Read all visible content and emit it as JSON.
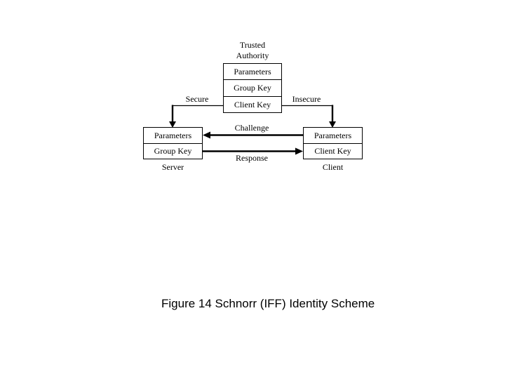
{
  "diagram": {
    "trusted_authority": {
      "line1": "Trusted",
      "line2": "Authority"
    },
    "authority_box": {
      "rows": [
        "Parameters",
        "Group Key",
        "Client Key"
      ]
    },
    "secure_label": "Secure",
    "insecure_label": "Insecure",
    "server_box": {
      "rows": [
        "Parameters",
        "Group Key"
      ],
      "label": "Server"
    },
    "client_box": {
      "rows": [
        "Parameters",
        "Client Key"
      ],
      "label": "Client"
    },
    "challenge_label": "Challenge",
    "response_label": "Response"
  },
  "caption": "Figure 14 Schnorr (IFF) Identity Scheme",
  "colors": {
    "line": "#000000",
    "text": "#000000",
    "background": "#ffffff"
  }
}
